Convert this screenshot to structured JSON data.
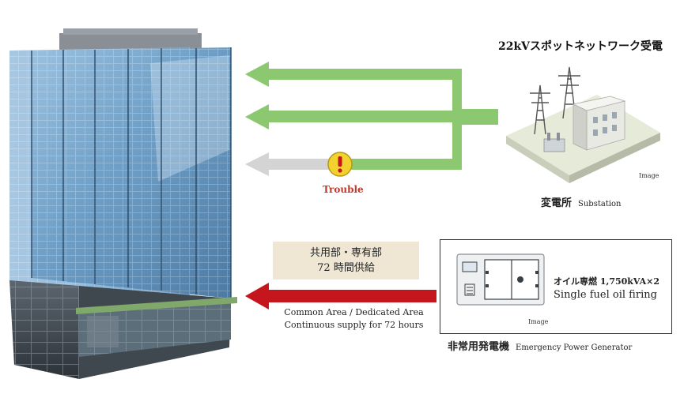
{
  "labels": {
    "receiving_title": "22kVスポットネットワーク受電",
    "substation_ja": "変電所",
    "substation_en": "Substation",
    "trouble": "Trouble",
    "image_note_substation": "Image",
    "image_note_generator": "Image",
    "supply_line1": "共用部・専有部",
    "supply_line2": "72 時間供給",
    "area_en_line1": "Common Area / Dedicated Area",
    "area_en_line2": "Continuous supply for 72 hours",
    "generator_spec": "オイル専燃 1,750kVA×2",
    "generator_fuel": "Single fuel oil firing",
    "generator_ja": "非常用発電機",
    "generator_en": "Emergency Power Generator"
  },
  "colors": {
    "green_arrow": "#8cc870",
    "grey_arrow": "#d4d4d4",
    "red_arrow": "#c4161c",
    "trouble_red": "#c0392b",
    "warning_yellow": "#f2d22e",
    "supply_box": "#efe7d3",
    "glass_blue": "#6f9fc6"
  },
  "icons": {
    "warning": "exclamation-icon",
    "substation": "substation-illustration",
    "generator": "generator-illustration",
    "building": "building-illustration"
  }
}
